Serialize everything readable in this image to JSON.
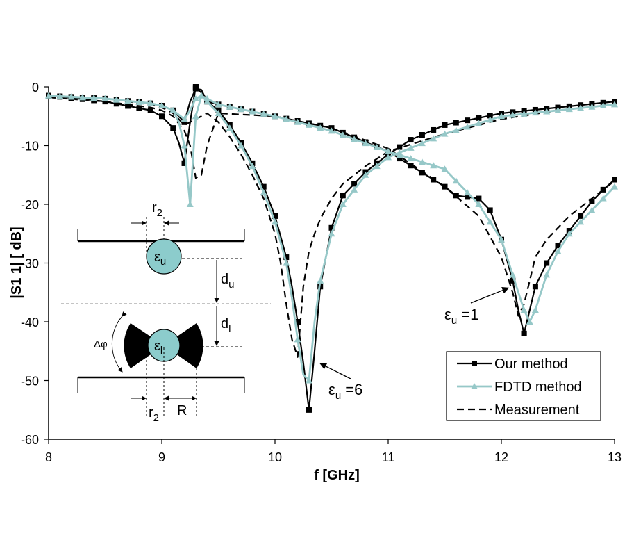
{
  "chart_data": {
    "type": "line",
    "xlabel": "f   [GHz]",
    "ylabel": "|S1 1|  [ dB]",
    "xlim": [
      8,
      13
    ],
    "ylim": [
      -60,
      0
    ],
    "xticks": [
      "8",
      "9",
      "10",
      "11",
      "12",
      "13"
    ],
    "yticks": [
      "0",
      "-10",
      "-20",
      "-30",
      "-40",
      "-50",
      "-60"
    ],
    "grid": false,
    "legend_position": "bottom-right",
    "legend": [
      "Our   method",
      "FDTD method",
      "Measurement"
    ],
    "colors": {
      "our": "#000000",
      "fdtd": "#96c8c8",
      "measurement": "#000000",
      "inset_circle": "#8ccccc"
    },
    "series": [
      {
        "name": "Our   method",
        "group": "eps_u=6",
        "marker": "square",
        "x": [
          8.0,
          8.5,
          8.9,
          9.0,
          9.1,
          9.2,
          9.25,
          9.3,
          9.35,
          9.4,
          9.5,
          9.6,
          9.7,
          9.8,
          9.9,
          10.0,
          10.1,
          10.15,
          10.2,
          10.25,
          10.3,
          10.35,
          10.4,
          10.5,
          10.6,
          10.8,
          11.0,
          11.2,
          11.5,
          12.0,
          12.5,
          13.0
        ],
        "y": [
          -1.5,
          -2.0,
          -2.8,
          -3.2,
          -4.0,
          -6.0,
          -2.5,
          -0.3,
          -0.5,
          -2.5,
          -4.0,
          -6.5,
          -9.5,
          -13.0,
          -17.0,
          -22.0,
          -29.0,
          -34.0,
          -40.0,
          -47.0,
          -55.0,
          -45.0,
          -34.0,
          -24.0,
          -18.5,
          -14.5,
          -11.5,
          -9.0,
          -6.5,
          -4.5,
          -3.5,
          -2.5
        ]
      },
      {
        "name": "Our   method",
        "group": "eps_u=1",
        "marker": "square",
        "x": [
          8.0,
          8.5,
          8.9,
          9.0,
          9.1,
          9.15,
          9.2,
          9.25,
          9.3,
          9.35,
          9.4,
          9.5,
          10.0,
          10.5,
          11.0,
          11.5,
          11.6,
          11.8,
          11.9,
          12.0,
          12.1,
          12.15,
          12.2,
          12.25,
          12.3,
          12.35,
          12.4,
          12.5,
          12.6,
          12.7,
          12.8,
          12.9,
          13.0
        ],
        "y": [
          -1.5,
          -2.5,
          -4.0,
          -5.0,
          -7.0,
          -9.5,
          -13.0,
          -6.0,
          0.0,
          -1.0,
          -2.5,
          -3.0,
          -5.0,
          -7.0,
          -11.0,
          -17.0,
          -18.5,
          -19.0,
          -21.0,
          -26.0,
          -33.0,
          -38.0,
          -42.0,
          -38.0,
          -34.0,
          -32.0,
          -30.0,
          -27.0,
          -24.5,
          -22.0,
          -19.5,
          -17.5,
          -15.8
        ]
      },
      {
        "name": "FDTD method",
        "group": "eps_u=6",
        "marker": "triangle",
        "x": [
          8.0,
          8.5,
          8.9,
          9.0,
          9.1,
          9.2,
          9.25,
          9.3,
          9.35,
          9.4,
          9.5,
          9.6,
          9.7,
          9.8,
          9.9,
          10.0,
          10.1,
          10.15,
          10.2,
          10.25,
          10.3,
          10.35,
          10.4,
          10.45,
          10.5,
          10.6,
          10.8,
          11.0,
          11.5,
          12.0,
          12.5,
          13.0
        ],
        "y": [
          -1.5,
          -2.0,
          -2.8,
          -3.2,
          -4.0,
          -5.5,
          -4.0,
          -2.0,
          -1.5,
          -2.5,
          -4.5,
          -7.0,
          -10.0,
          -13.5,
          -18.0,
          -23.0,
          -30.0,
          -36.0,
          -43.0,
          -49.0,
          -50.0,
          -40.0,
          -33.0,
          -29.0,
          -25.0,
          -20.0,
          -15.0,
          -12.0,
          -8.0,
          -5.0,
          -4.0,
          -3.0
        ]
      },
      {
        "name": "FDTD method",
        "group": "eps_u=1",
        "marker": "triangle",
        "x": [
          8.0,
          8.5,
          8.9,
          9.0,
          9.1,
          9.15,
          9.2,
          9.25,
          9.3,
          9.35,
          9.4,
          9.5,
          10.0,
          10.5,
          11.0,
          11.5,
          11.8,
          12.0,
          12.1,
          12.2,
          12.25,
          12.3,
          12.35,
          12.4,
          12.5,
          12.6,
          12.8,
          13.0
        ],
        "y": [
          -1.5,
          -2.0,
          -2.8,
          -3.2,
          -4.0,
          -6.0,
          -10.0,
          -20.0,
          -5.0,
          -1.5,
          -2.0,
          -3.0,
          -5.0,
          -7.5,
          -11.0,
          -14.0,
          -20.0,
          -26.0,
          -32.0,
          -38.0,
          -40.0,
          -38.0,
          -35.0,
          -32.0,
          -28.0,
          -25.0,
          -21.0,
          -17.0
        ]
      },
      {
        "name": "Measurement",
        "group": "eps_u=6",
        "marker": "none",
        "x": [
          8.0,
          8.5,
          8.9,
          9.0,
          9.1,
          9.2,
          9.3,
          9.4,
          9.5,
          9.6,
          9.7,
          9.8,
          9.9,
          10.0,
          10.05,
          10.1,
          10.15,
          10.2,
          10.25,
          10.3,
          10.35,
          10.4,
          10.5,
          10.6,
          10.8,
          11.0,
          11.5,
          12.0,
          12.5,
          13.0
        ],
        "y": [
          -1.5,
          -2.0,
          -3.0,
          -3.5,
          -4.5,
          -6.5,
          -5.5,
          -4.5,
          -6.0,
          -8.5,
          -11.5,
          -15.0,
          -19.0,
          -25.0,
          -30.0,
          -37.0,
          -43.0,
          -46.0,
          -34.0,
          -28.0,
          -25.0,
          -22.5,
          -19.0,
          -16.5,
          -13.5,
          -11.0,
          -8.0,
          -5.5,
          -4.0,
          -3.0
        ]
      },
      {
        "name": "Measurement",
        "group": "eps_u=1",
        "marker": "none",
        "x": [
          8.0,
          8.5,
          8.9,
          9.0,
          9.1,
          9.2,
          9.25,
          9.3,
          9.35,
          9.4,
          9.5,
          10.0,
          10.5,
          11.0,
          11.5,
          11.8,
          12.0,
          12.1,
          12.15,
          12.2,
          12.25,
          12.3,
          12.4,
          12.5,
          12.6,
          12.8,
          13.0
        ],
        "y": [
          -1.8,
          -2.5,
          -3.5,
          -4.0,
          -5.0,
          -7.5,
          -10.0,
          -15.5,
          -15.0,
          -10.0,
          -4.5,
          -5.0,
          -7.0,
          -10.5,
          -17.0,
          -22.0,
          -29.0,
          -35.0,
          -39.0,
          -37.0,
          -33.0,
          -29.0,
          -26.0,
          -24.0,
          -22.0,
          -19.0,
          -16.0
        ]
      }
    ],
    "annotations": [
      {
        "base": "ε",
        "sub": "u",
        "rest": " =6",
        "arrow_to": [
          10.35,
          -46.5
        ]
      },
      {
        "base": "ε",
        "sub": "u",
        "rest": " =1",
        "arrow_to": [
          12.1,
          -34.0
        ]
      }
    ],
    "inset": {
      "labels": {
        "r2_top": {
          "base": "r",
          "sub": "2"
        },
        "eps_u": {
          "base": "ε",
          "sub": "u"
        },
        "d_u": {
          "base": "d",
          "sub": "u"
        },
        "d_l": {
          "base": "d",
          "sub": "l"
        },
        "delta_phi": "Δφ",
        "eps_l": {
          "base": "ε",
          "sub": "l"
        },
        "r2_bottom": {
          "base": "r",
          "sub": "2"
        },
        "R": "R"
      }
    }
  }
}
